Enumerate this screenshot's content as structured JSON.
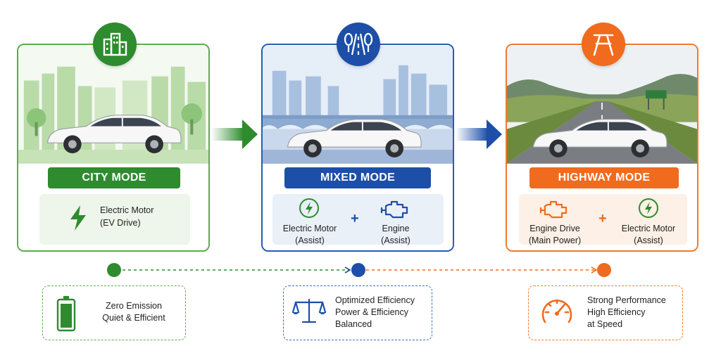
{
  "modes": [
    {
      "label": "CITY MODE",
      "color": "#2e8b2e",
      "icon": "city-buildings-icon",
      "sources": [
        {
          "icon": "lightning-bolt-icon",
          "line1": "Electric Motor",
          "line2": "(EV Drive)"
        }
      ],
      "note": {
        "icon": "battery-icon",
        "line1": "Zero Emission",
        "line2": "Quiet & Efficient",
        "line3": ""
      }
    },
    {
      "label": "MIXED MODE",
      "color": "#1d4fa8",
      "icon": "road-trees-icon",
      "sources": [
        {
          "icon": "lightning-bolt-icon",
          "line1": "Electric Motor",
          "line2": "(Assist)"
        },
        {
          "icon": "engine-icon",
          "line1": "Engine",
          "line2": "(Assist)"
        }
      ],
      "note": {
        "icon": "balance-scale-icon",
        "line1": "Optimized Efficiency",
        "line2": "Power & Efficiency",
        "line3": "Balanced"
      }
    },
    {
      "label": "HIGHWAY MODE",
      "color": "#f06b1d",
      "icon": "highway-road-icon",
      "sources": [
        {
          "icon": "engine-icon",
          "line1": "Engine Drive",
          "line2": "(Main Power)"
        },
        {
          "icon": "lightning-bolt-icon",
          "line1": "Electric Motor",
          "line2": "(Assist)"
        }
      ],
      "note": {
        "icon": "speedometer-icon",
        "line1": "Strong Performance",
        "line2": "High Efficiency",
        "line3": "at Speed"
      }
    }
  ],
  "plus_sign": "+"
}
